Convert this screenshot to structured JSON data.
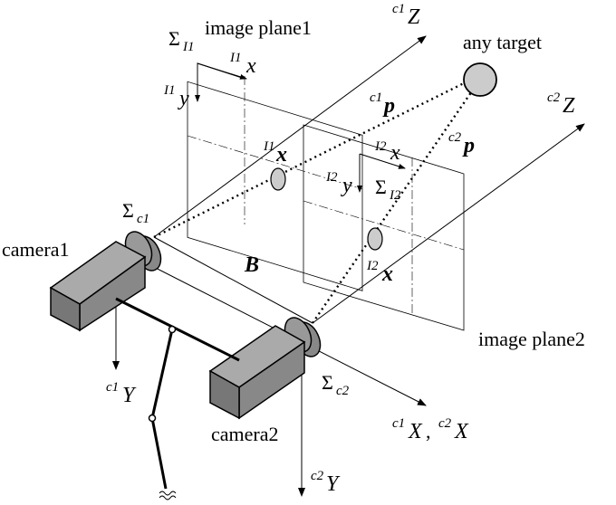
{
  "labels": {
    "image_plane1": "image plane1",
    "image_plane2": "image plane2",
    "any_target": "any target",
    "camera1": "camera1",
    "camera2": "camera2",
    "baseline": "B",
    "sigma": "Σ",
    "sigma_I1_sub": "I1",
    "sigma_I2_sub": "I2",
    "sigma_c1_sub": "c1",
    "sigma_c2_sub": "c2",
    "sup_c1": "c1",
    "sup_c2": "c2",
    "sup_I1": "I1",
    "sup_I2": "I2",
    "axis_Z": "Z",
    "axis_Y": "Y",
    "axis_X": "X",
    "axis_x": "x",
    "axis_y": "y",
    "vec_p": "p",
    "vec_x": "x",
    "comma": ","
  }
}
